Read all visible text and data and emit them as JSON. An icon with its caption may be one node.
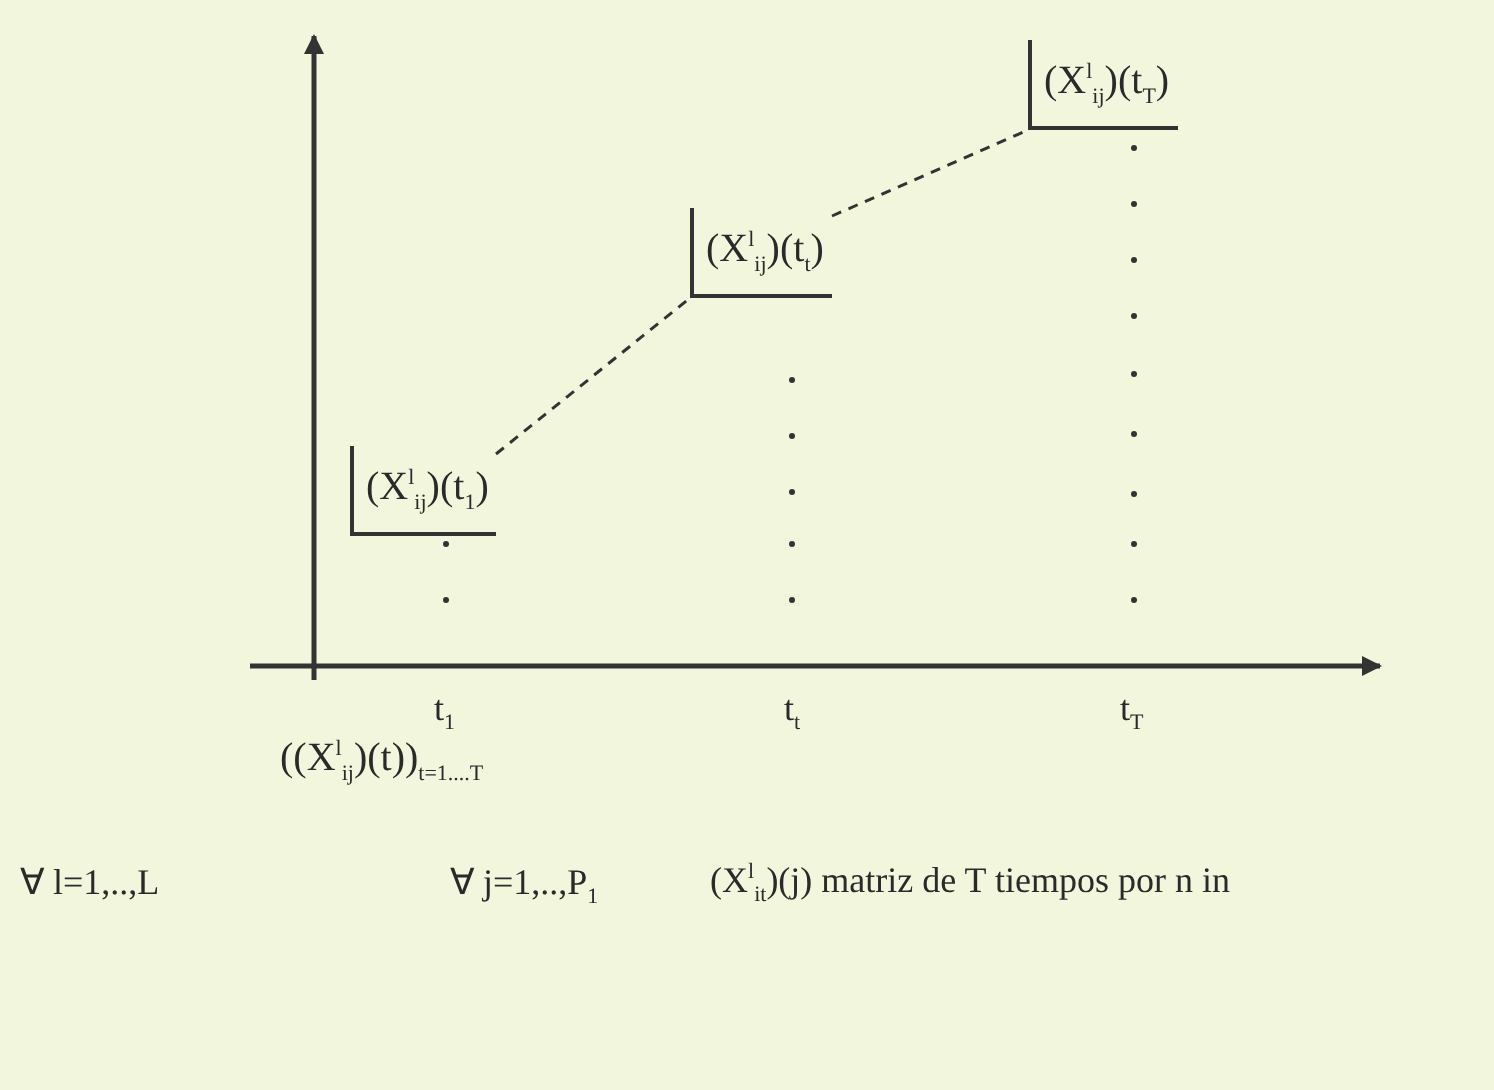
{
  "diagram": {
    "nodes": [
      {
        "text": [
          "(X$^{l}$$_{ij}$)(t$_{1}$)"
        ]
      },
      {
        "text": [
          "(X$^{l}$$_{ij}$)(t$_{t}$)"
        ]
      },
      {
        "text": [
          "(X$^{l}$$_{ij}$)(t$_{T}$)"
        ]
      }
    ],
    "edges": [
      {
        "from": 0,
        "to": 1,
        "arrow": "none",
        "style": "dashed"
      },
      {
        "from": 1,
        "to": 2,
        "arrow": "none",
        "style": "dashed"
      }
    ],
    "labels": [
      "t$_{1}$",
      "t$_{t}$",
      "t$_{T}$",
      "((X$^{l}$$_{ij}$)(t))$_{t=1....T}$",
      "∀ l=1,..,L",
      "∀ j=1,..,P$_{1}$",
      "(X$^{l}$$_{it}$)(j) matriz de T tiempos por n in"
    ]
  }
}
